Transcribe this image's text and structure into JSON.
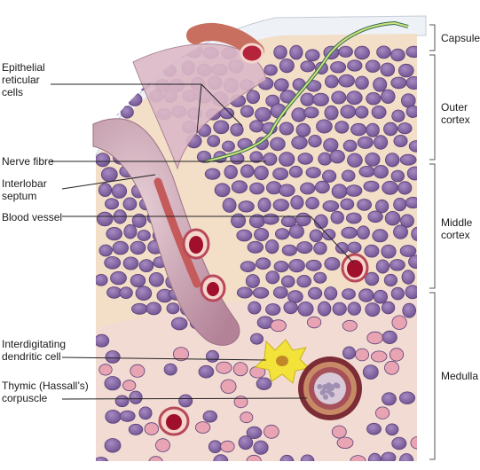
{
  "labels": {
    "epithelial": "Epithelial\nreticular\ncells",
    "nerve": "Nerve fibre",
    "septum": "Interlobar\nseptum",
    "vessel": "Blood vessel",
    "dendritic": "Interdigitating\ndendritic cell",
    "thymic": "Thymic (Hassall’s)\ncorpuscle"
  },
  "regions": {
    "capsule": "Capsule",
    "outer": "Outer\ncortex",
    "middle": "Middle\ncortex",
    "medulla": "Medulla"
  },
  "colors": {
    "tissue_bg": "#f3dfc8",
    "lymphocyte_fill": "#8a6ea6",
    "lymphocyte_border": "#5b3f78",
    "septum": "#c9a2b4",
    "vessel_wall": "#b8485a",
    "vessel_lumen": "#a0102c",
    "dendritic": "#f3e23a",
    "corpuscle": "#7b2c35",
    "nerve": "#b7d36a"
  }
}
